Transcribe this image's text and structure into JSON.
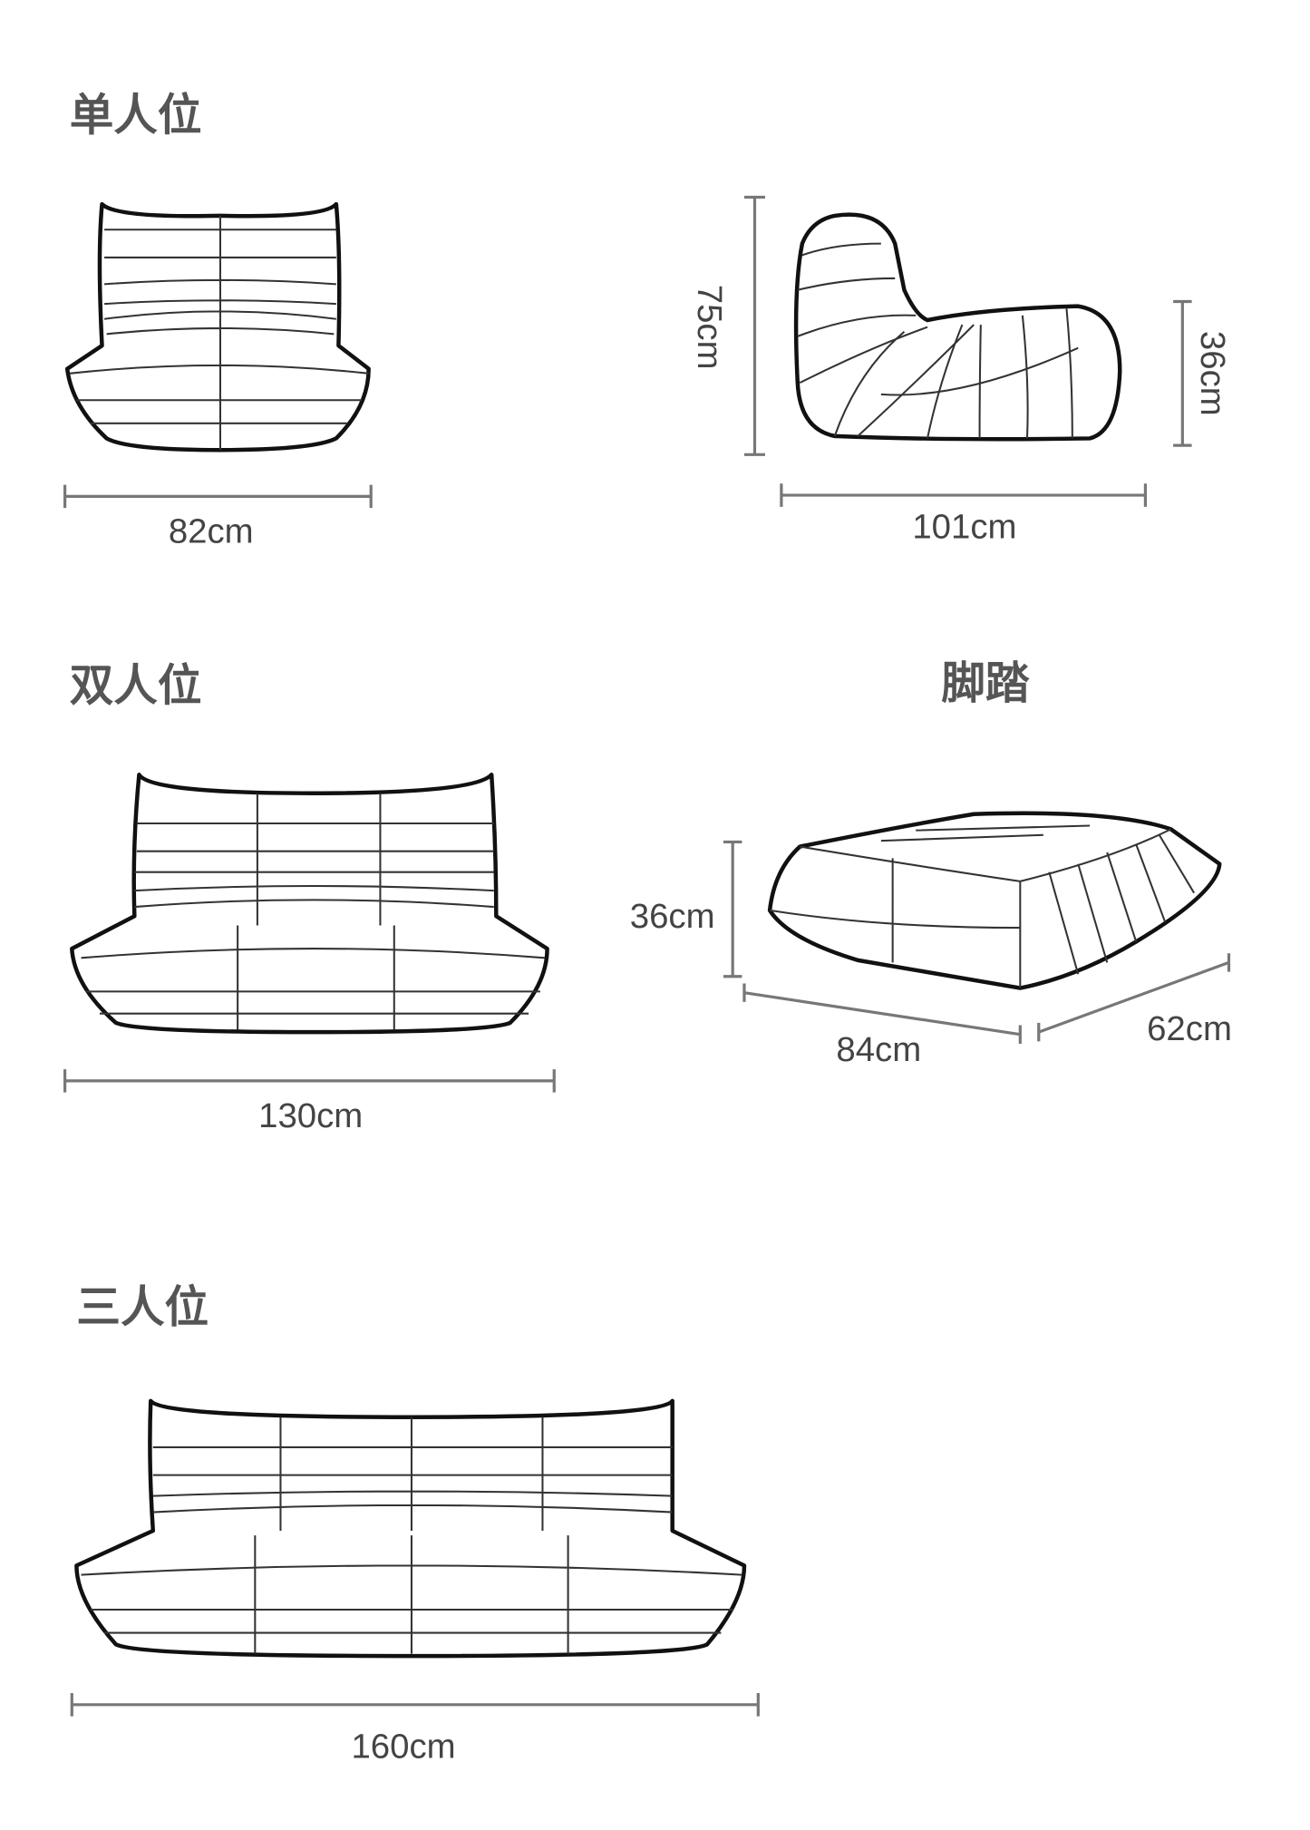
{
  "sections": {
    "single": {
      "title": "单人位",
      "width": "82cm",
      "depth": "101cm",
      "height": "75cm",
      "seat_height": "36cm"
    },
    "double": {
      "title": "双人位",
      "width": "130cm"
    },
    "ottoman": {
      "title": "脚踏",
      "height": "36cm",
      "length": "84cm",
      "width": "62cm"
    },
    "triple": {
      "title": "三人位",
      "width": "160cm"
    }
  }
}
